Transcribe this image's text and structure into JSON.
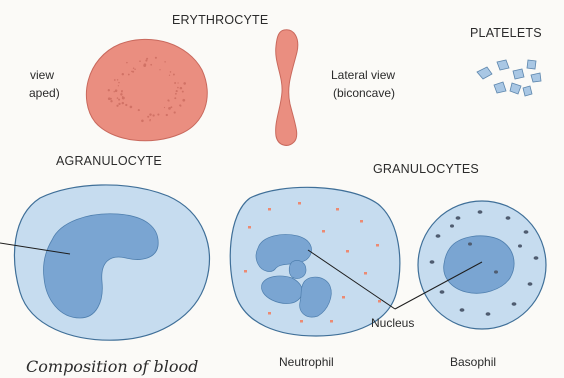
{
  "labels": {
    "erythrocyte": "ERYTHROCYTE",
    "platelets": "PLATELETS",
    "top_view_line1": "view",
    "top_view_line2": "aped)",
    "lateral_view_line1": "Lateral view",
    "lateral_view_line2": "(biconcave)",
    "agranulocyte": "AGRANULOCYTE",
    "granulocytes": "GRANULOCYTES",
    "nucleus": "Nucleus",
    "neutrophil": "Neutrophil",
    "basophil": "Basophil",
    "caption": "Composition of blood"
  },
  "colors": {
    "erythrocyte_fill": "#ea8e80",
    "erythrocyte_speckle": "#c9695d",
    "cell_cytoplasm": "#c6dcef",
    "cell_outline": "#3f6f98",
    "nucleus_fill": "#7aa5d2",
    "neutrophil_granule": "#ec8a72",
    "basophil_granule": "#4f5c70",
    "platelet_fill": "#a9c7e4"
  }
}
